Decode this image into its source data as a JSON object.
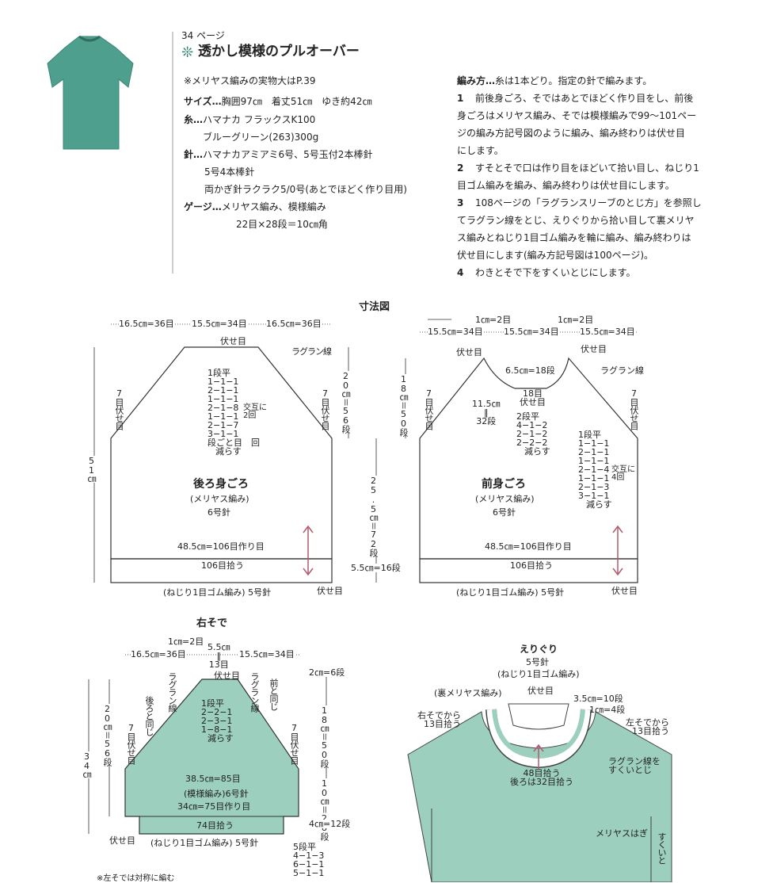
{
  "header": {
    "page": "34 ページ",
    "title": "透かし模様のプルオーバー"
  },
  "specs": {
    "note": "※メリヤス編みの実物大はP.39",
    "size_label": "サイズ…",
    "size_value": "胸囲97㎝　着丈51㎝　ゆき約42㎝",
    "yarn_label": "糸…",
    "yarn_value": "ハマナカ フラックスK100",
    "yarn_color": "ブルーグリーン(263)300g",
    "needle_label": "針…",
    "needle_value": "ハマナカアミアミ6号、5号玉付2本棒針",
    "needle_2": "5号4本棒針",
    "needle_3": "両かぎ針ラクラク5/0号(あとでほどく作り目用)",
    "gauge_label": "ゲージ…",
    "gauge_value": "メリヤス編み、模様編み",
    "gauge_2": "22目×28段＝10㎝角"
  },
  "method": {
    "title": "編み方…",
    "intro": "糸は1本どり。指定の針で編みます。",
    "lines": [
      "前後身ごろ、そではあとでほどく作り目をし、前後",
      "身ごろはメリヤス編み、そでは模様編みで99～101ペー",
      "ジの編み方記号図のように編み、編み終わりは伏せ目",
      "にします。",
      "すそとそで口は作り目をほどいて拾い目し、ねじり1",
      "目ゴム編みを編み、編み終わりは伏せ目にします。",
      "108ページの「ラグランスリーブのとじ方」を参照し",
      "てラグラン線をとじ、えりぐりから拾い目して裏メリヤ",
      "ス編みとねじり1目ゴム編みを輪に編み、編み終わりは",
      "伏せ目にします(編み方記号図は100ページ)。",
      "わきとそで下をすくいとじにします。"
    ],
    "nums": [
      "1",
      "2",
      "3",
      "4"
    ]
  },
  "diagram_title": "寸法図",
  "back": {
    "top_dims": [
      "16.5㎝=36目",
      "15.5㎝=34目",
      "16.5㎝=36目"
    ],
    "bind_top": "伏せ目",
    "raglan": "ラグラン線",
    "dec": [
      "1段平",
      "1−1−1",
      "2−1−1",
      "1−1−1",
      "2−1−8",
      "1−1−1",
      "2−1−7",
      "3−1−1",
      "段ごと目　回",
      "減らす"
    ],
    "alt": [
      "交互に",
      "2回"
    ],
    "side_bind": "7目伏せ目",
    "height_total": "51㎝",
    "yoke_h": "20㎝＝56段",
    "body_h": "25.5㎝＝72段",
    "rib_h": "5.5㎝=16段",
    "name": "後ろ身ごろ",
    "stitch": "(メリヤス編み)",
    "needle": "6号針",
    "cast_on": "48.5㎝=106目作り目",
    "pickup": "106目拾う",
    "rib": "(ねじり1目ゴム編み) 5号針",
    "bind_bottom": "伏せ目"
  },
  "front": {
    "top_small": [
      "1㎝=2目",
      "1㎝=2目"
    ],
    "top_dims": [
      "15.5㎝=34目",
      "15.5㎝=34目",
      "15.5㎝=34目"
    ],
    "bind_left": "伏せ目",
    "bind_right": "伏せ目",
    "raglan": "ラグラン線",
    "neck_w": "6.5㎝=18段",
    "neck_bind": [
      "18目",
      "伏せ目"
    ],
    "neck_h": [
      "11.5㎝",
      "32段"
    ],
    "neck_dec": [
      "2段平",
      "4−1−2",
      "2−1−2",
      "2−2−2",
      "減らす"
    ],
    "dec": [
      "1段平",
      "1−1−1",
      "2−1−1",
      "1−1−1",
      "2−1−4",
      "1−1−1",
      "2−1−3",
      "3−1−1",
      "減らす"
    ],
    "alt": [
      "交互に",
      "4回"
    ],
    "yoke_h": "18㎝＝50段",
    "side_bind": "7目伏せ目",
    "name": "前身ごろ",
    "stitch": "(メリヤス編み)",
    "needle": "6号針",
    "cast_on": "48.5㎝=106目作り目",
    "pickup": "106目拾う",
    "rib": "(ねじり1目ゴム編み) 5号針",
    "bind_bottom": "伏せ目"
  },
  "sleeve": {
    "title": "右そで",
    "top_small": "1㎝=2目",
    "top_mid": [
      "5.5㎝",
      "13目"
    ],
    "top_dims": [
      "16.5㎝=36目",
      "15.5㎝=34目"
    ],
    "bind_top": "伏せ目",
    "back_side": "後ろと同じ",
    "front_side": "前と同じ",
    "raglan_l": "ラグラン線",
    "raglan_r": "ラグラン線",
    "dec": [
      "1段平",
      "2−2−1",
      "2−3−1",
      "1−8−1",
      "減らす"
    ],
    "side_bind": "7目伏せ目",
    "top_h": "20㎝＝56段",
    "total_h": "34㎝",
    "right_dims": [
      "2㎝=6段",
      "18㎝＝50段",
      "10㎝＝28段",
      "4㎝=12段"
    ],
    "width": "38.5㎝=85目",
    "stitch": "(模様編み)6号針",
    "cast_on": "34㎝=75目作り目",
    "pickup": "74目拾う",
    "rib": "(ねじり1目ゴム編み) 5号針",
    "bind_left": "伏せ目",
    "inc": [
      "5段平",
      "4−1−3",
      "6−1−1",
      "5−1−1"
    ],
    "footnote": "※左そでは対称に編む"
  },
  "collar": {
    "title": "えりぐり",
    "needle": "5号針",
    "stitch": "(ねじり1目ゴム編み)",
    "bind": "伏せ目",
    "rev": "(裏メリヤス編み)",
    "d1": "3.5㎝=10段",
    "d2": "1㎝=4段",
    "left_pick": [
      "右そでから",
      "13目拾う"
    ],
    "right_pick": [
      "左そでから",
      "13目拾う"
    ],
    "bottom_pick": [
      "48目拾う",
      "後ろは32目拾う"
    ],
    "raglan_note": [
      "ラグラン線を",
      "すくいとじ"
    ],
    "graft": "メリヤスはぎ",
    "sukui": "すくいと"
  },
  "colors": {
    "green": "#9ccfbe",
    "line": "#333333",
    "arrow": "#b05a6e"
  }
}
